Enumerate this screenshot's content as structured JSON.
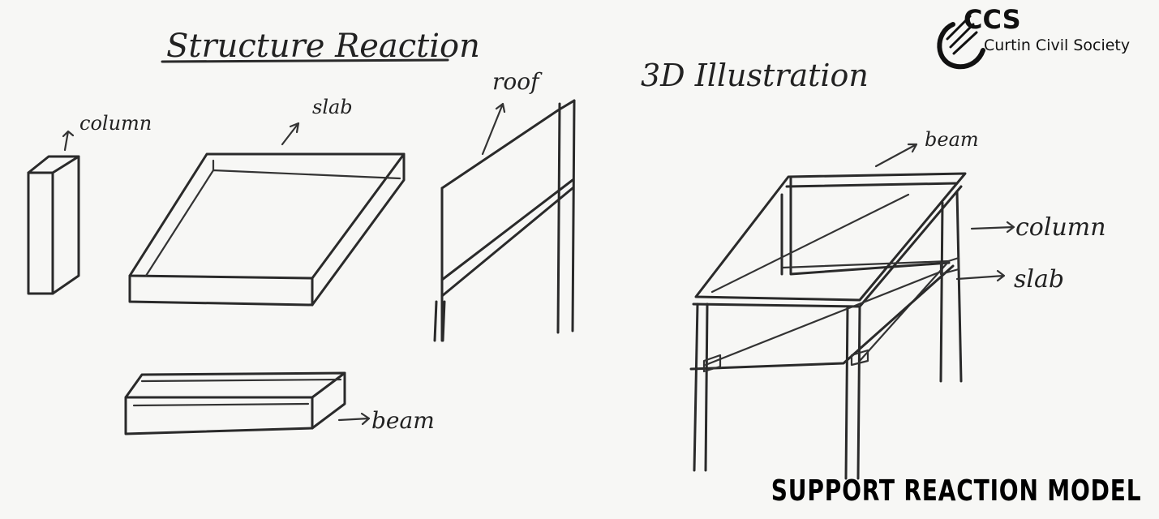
{
  "title_left": "Structure Reaction",
  "title_right": "3D Illustration",
  "labels": {
    "column_left": "column",
    "slab_left": "slab",
    "roof": "roof",
    "beam_left": "beam",
    "beam_right": "beam",
    "column_right": "column",
    "slab_right": "slab"
  },
  "logo": {
    "abbr": "CCS",
    "name": "Curtin Civil Society"
  },
  "caption": "SUPPORT REACTION MODEL"
}
